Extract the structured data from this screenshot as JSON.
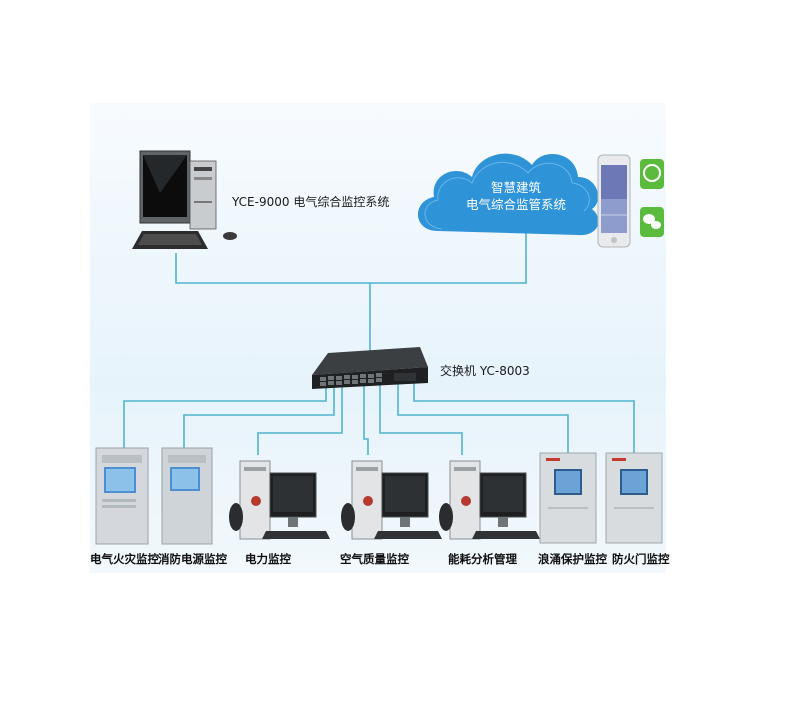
{
  "top_system": {
    "label": "YCE-9000 电气综合监控系统"
  },
  "cloud": {
    "line1": "智慧建筑",
    "line2": "电气综合监管系统"
  },
  "switch": {
    "label": "交换机 YC-8003"
  },
  "mobile": {
    "apps": [
      "wechat-mini-app-icon",
      "wechat-icon"
    ]
  },
  "devices": [
    {
      "label": "电气火灾监控",
      "type": "cabinet"
    },
    {
      "label": "消防电源监控",
      "type": "cabinet"
    },
    {
      "label": "电力监控",
      "type": "computer"
    },
    {
      "label": "空气质量监控",
      "type": "computer"
    },
    {
      "label": "能耗分析管理",
      "type": "computer"
    },
    {
      "label": "浪涌保护监控",
      "type": "cabinet"
    },
    {
      "label": "防火门监控",
      "type": "cabinet"
    }
  ],
  "colors": {
    "line": "#4fb4cf",
    "cloud": "#2a8fd6",
    "background": "#eaf4fb"
  }
}
